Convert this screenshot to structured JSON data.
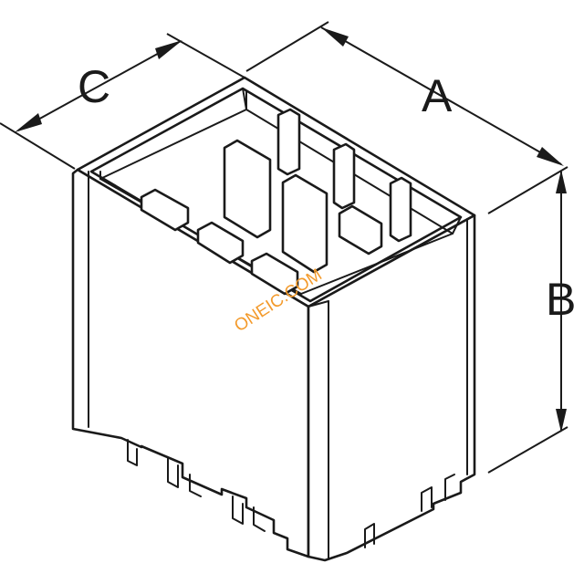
{
  "dimensions": {
    "a_label": "A",
    "b_label": "B",
    "c_label": "C"
  },
  "watermark": {
    "text": "ONEIC.COM",
    "color": "#f39a2b"
  },
  "colors": {
    "line": "#1a1a1a",
    "background": "#ffffff"
  }
}
